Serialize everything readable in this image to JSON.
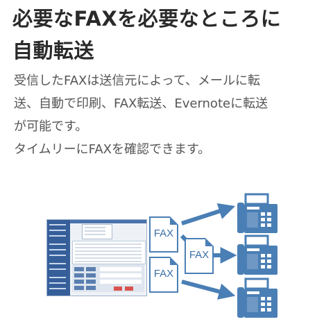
{
  "heading": {
    "line1": "必要なFAXを必要なところに",
    "line2": "自動転送"
  },
  "description": {
    "line1": "受信したFAXは送信元によって、メールに転",
    "line2": "送、自動で印刷、FAX転送、Evernoteに転送",
    "line3": "が可能です。",
    "line4": "タイムリーにFAXを確認できます。"
  },
  "illustration": {
    "documents": [
      {
        "label": "FAX"
      },
      {
        "label": "FAX"
      },
      {
        "label": "FAX"
      }
    ],
    "app_screenshot_icon": "fax-software-screenshot",
    "destination_icons": [
      "fax-machine-icon",
      "fax-machine-icon",
      "fax-machine-icon"
    ],
    "accent_color": "#4a7fb5"
  }
}
